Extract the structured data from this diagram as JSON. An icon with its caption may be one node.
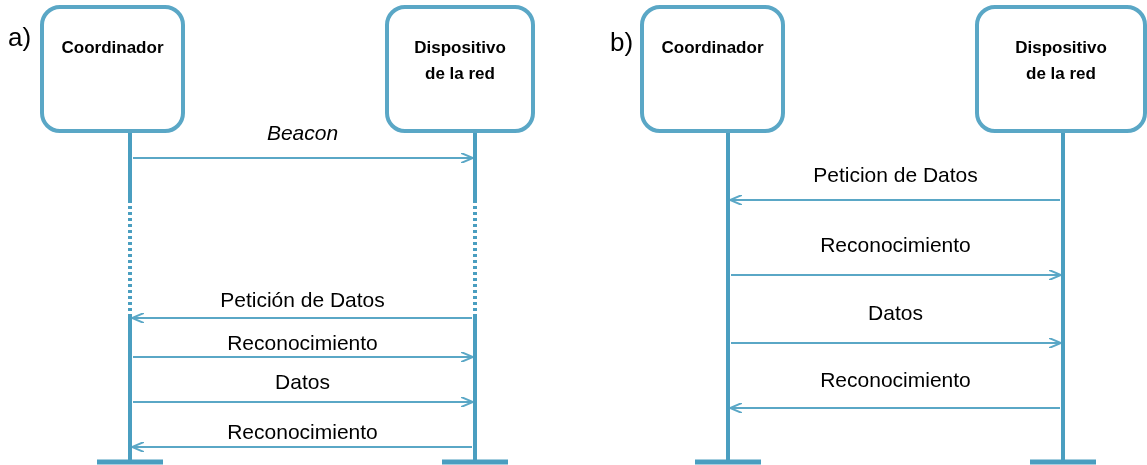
{
  "diagram": {
    "nodes": [
      {
        "text": [
          "Coordinador"
        ]
      },
      {
        "text": [
          "Dispositivo de la red"
        ]
      },
      {
        "text": [
          "Coordinador"
        ]
      },
      {
        "text": [
          "Dispositivo de la red"
        ]
      }
    ],
    "edges": [
      {
        "from": 0,
        "to": 1,
        "arrow": "to",
        "label": "Beacon"
      },
      {
        "from": 1,
        "to": 0,
        "arrow": "to",
        "label": "Petición de Datos"
      },
      {
        "from": 0,
        "to": 1,
        "arrow": "to",
        "label": "Reconocimiento"
      },
      {
        "from": 0,
        "to": 1,
        "arrow": "to",
        "label": "Datos"
      },
      {
        "from": 1,
        "to": 0,
        "arrow": "to",
        "label": "Reconocimiento"
      },
      {
        "from": 3,
        "to": 2,
        "arrow": "to",
        "label": "Peticion de Datos"
      },
      {
        "from": 2,
        "to": 3,
        "arrow": "to",
        "label": "Reconocimiento"
      },
      {
        "from": 2,
        "to": 3,
        "arrow": "to",
        "label": "Datos"
      },
      {
        "from": 3,
        "to": 2,
        "arrow": "to",
        "label": "Reconocimiento"
      }
    ],
    "labels": [
      "a)",
      "b)"
    ]
  }
}
